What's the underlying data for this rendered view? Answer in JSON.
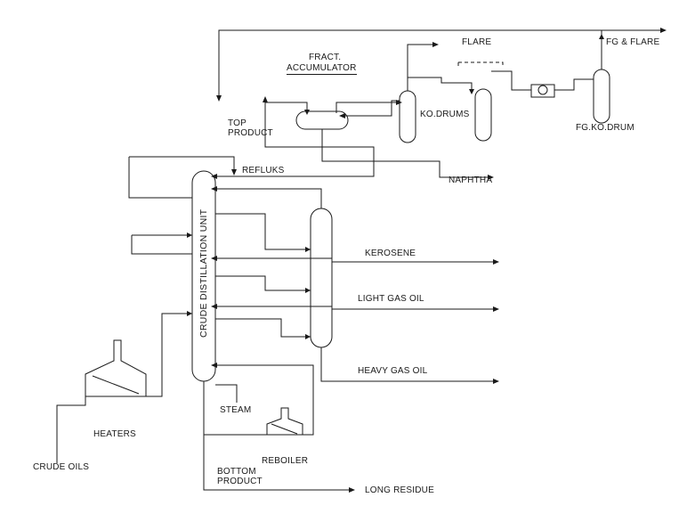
{
  "labels": {
    "fract_accumulator_line1": "FRACT.",
    "fract_accumulator_line2": "ACCUMULATOR",
    "flare": "FLARE",
    "fg_flare": "FG & FLARE",
    "ko_drums": "KO.DRUMS",
    "fg_ko_drum": "FG.KO.DRUM",
    "top_product_line1": "TOP",
    "top_product_line2": "PRODUCT",
    "refluks": "REFLUKS",
    "naphtha": "NAPHTHA",
    "kerosene": "KEROSENE",
    "light_gas_oil": "LIGHT GAS OIL",
    "heavy_gas_oil": "HEAVY GAS OIL",
    "crude_distillation_unit": "CRUDE DISTILLATION UNIT",
    "steam": "STEAM",
    "heaters": "HEATERS",
    "reboiler": "REBOILER",
    "crude_oils": "CRUDE OILS",
    "bottom_product_line1": "BOTTOM",
    "bottom_product_line2": "PRODUCT",
    "long_residue": "LONG RESIDUE"
  }
}
